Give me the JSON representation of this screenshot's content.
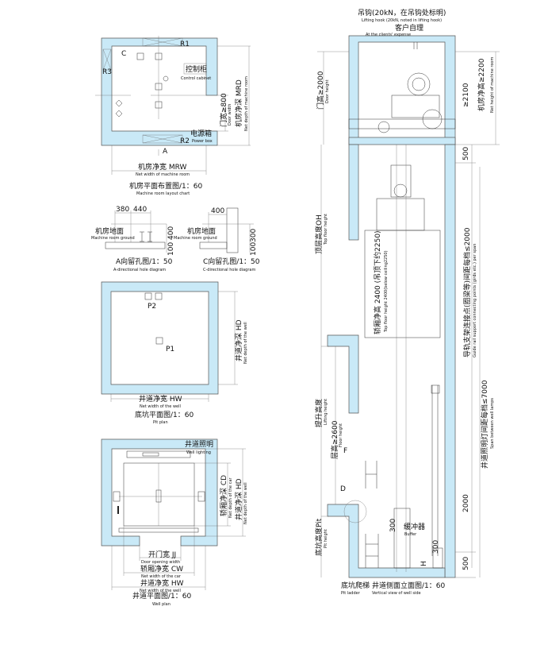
{
  "machine_room_plan": {
    "r1": "R1",
    "r2": "R2",
    "r3": "R3",
    "c": "C",
    "a": "A",
    "control_cabinet_cn": "控制柜",
    "control_cabinet_en": "Control cabinet",
    "door_width_cn": "门宽≥800",
    "door_width_en": "Door width",
    "mrd_cn": "机房净深 MRD",
    "mrd_en": "Net depth of machine room",
    "power_box_cn": "电源箱",
    "power_box_en": "Power box",
    "mrw_cn": "机房净宽 MRW",
    "mrw_en": "Net width of machine room",
    "title_cn": "机房平面布置图/1：60",
    "title_en": "Machine room layout chart"
  },
  "hole_a": {
    "dim1": "380",
    "dim2": "440",
    "dim3": "400",
    "dim4": "100",
    "ground_cn": "机房地面",
    "ground_en": "Machine room ground",
    "title_cn": "A向留孔图/1：50",
    "title_en": "A-directional hole diagram"
  },
  "hole_c": {
    "dim1": "400",
    "dim2": "300",
    "dim3": "100",
    "ground_cn": "机房地面",
    "ground_en": "Machine room ground",
    "title_cn": "C向留孔图/1：50",
    "title_en": "C-directional hole diagram"
  },
  "pit_plan": {
    "p1": "P1",
    "p2": "P2",
    "hd_cn": "井道净深 HD",
    "hd_en": "Net depth of the well",
    "hw_cn": "井道净宽 HW",
    "hw_en": "Net width of the well",
    "title_cn": "底坑平面图/1：60",
    "title_en": "Pit plan"
  },
  "well_plan": {
    "lighting_cn": "井道照明",
    "lighting_en": "Well lighting",
    "cd_cn": "轿厢净深 CD",
    "cd_en": "Net depth of the car",
    "hd_cn": "井道净深 HD",
    "hd_en": "Net depth of the well",
    "jj_cn": "开门宽 JJ",
    "jj_en": "Door opening width",
    "cw_cn": "轿厢净宽 CW",
    "cw_en": "Net width of the car",
    "hw_cn": "井道净宽 HW",
    "hw_en": "Net width of the well",
    "title_cn": "井道平面图/1：60",
    "title_en": "Well plan"
  },
  "elevation": {
    "hook_cn": "吊钩(20kN，在吊钩处标明)",
    "hook_en": "Lifting hook (20kN, noted in lifting hook)",
    "client_cn": "客户自理",
    "client_en": "At the clients'  expense",
    "door_h_cn": "门高≥2000",
    "door_h_en": "Door height",
    "dim_2100": "≥2100",
    "mr_h_cn": "机房净高≥2200",
    "mr_h_en": "Net height of machine room",
    "dim_500_top": "500",
    "oh_cn": "顶层高度OH",
    "oh_en": "Top floor height",
    "car_h_cn": "轿厢净高 2400 (吊顶下约2250)",
    "car_h_en": "Top floor height 2400(below ceiling2250)",
    "rail_cn": "导轨支架连接点(圈梁等)间距每档≤2000",
    "rail_en": "Guide rail support connecting points (girds etc.) per span",
    "lamp_cn": "井道照明灯间距每档≤7000",
    "lamp_en": "Span between well lamps",
    "lift_cn": "提升高度",
    "lift_en": "Lifting height",
    "floor_cn": "层高≥2600",
    "floor_en": "Floor height",
    "f": "F",
    "d": "D",
    "pit_cn": "底坑高度Pit",
    "pit_en": "Pit height",
    "buffer_cn": "缓冲器",
    "buffer_en": "Buffer",
    "dim_300a": "300",
    "dim_2000": "2000",
    "dim_300b": "300",
    "dim_500_bot": "500",
    "h": "H",
    "ladder_cn": "底坑爬梯",
    "ladder_en": "Pit ladder",
    "title_cn": "井道侧面立面图/1：60",
    "title_en": "Vertical view of well side"
  },
  "colors": {
    "wall": "#c9e9f7"
  }
}
